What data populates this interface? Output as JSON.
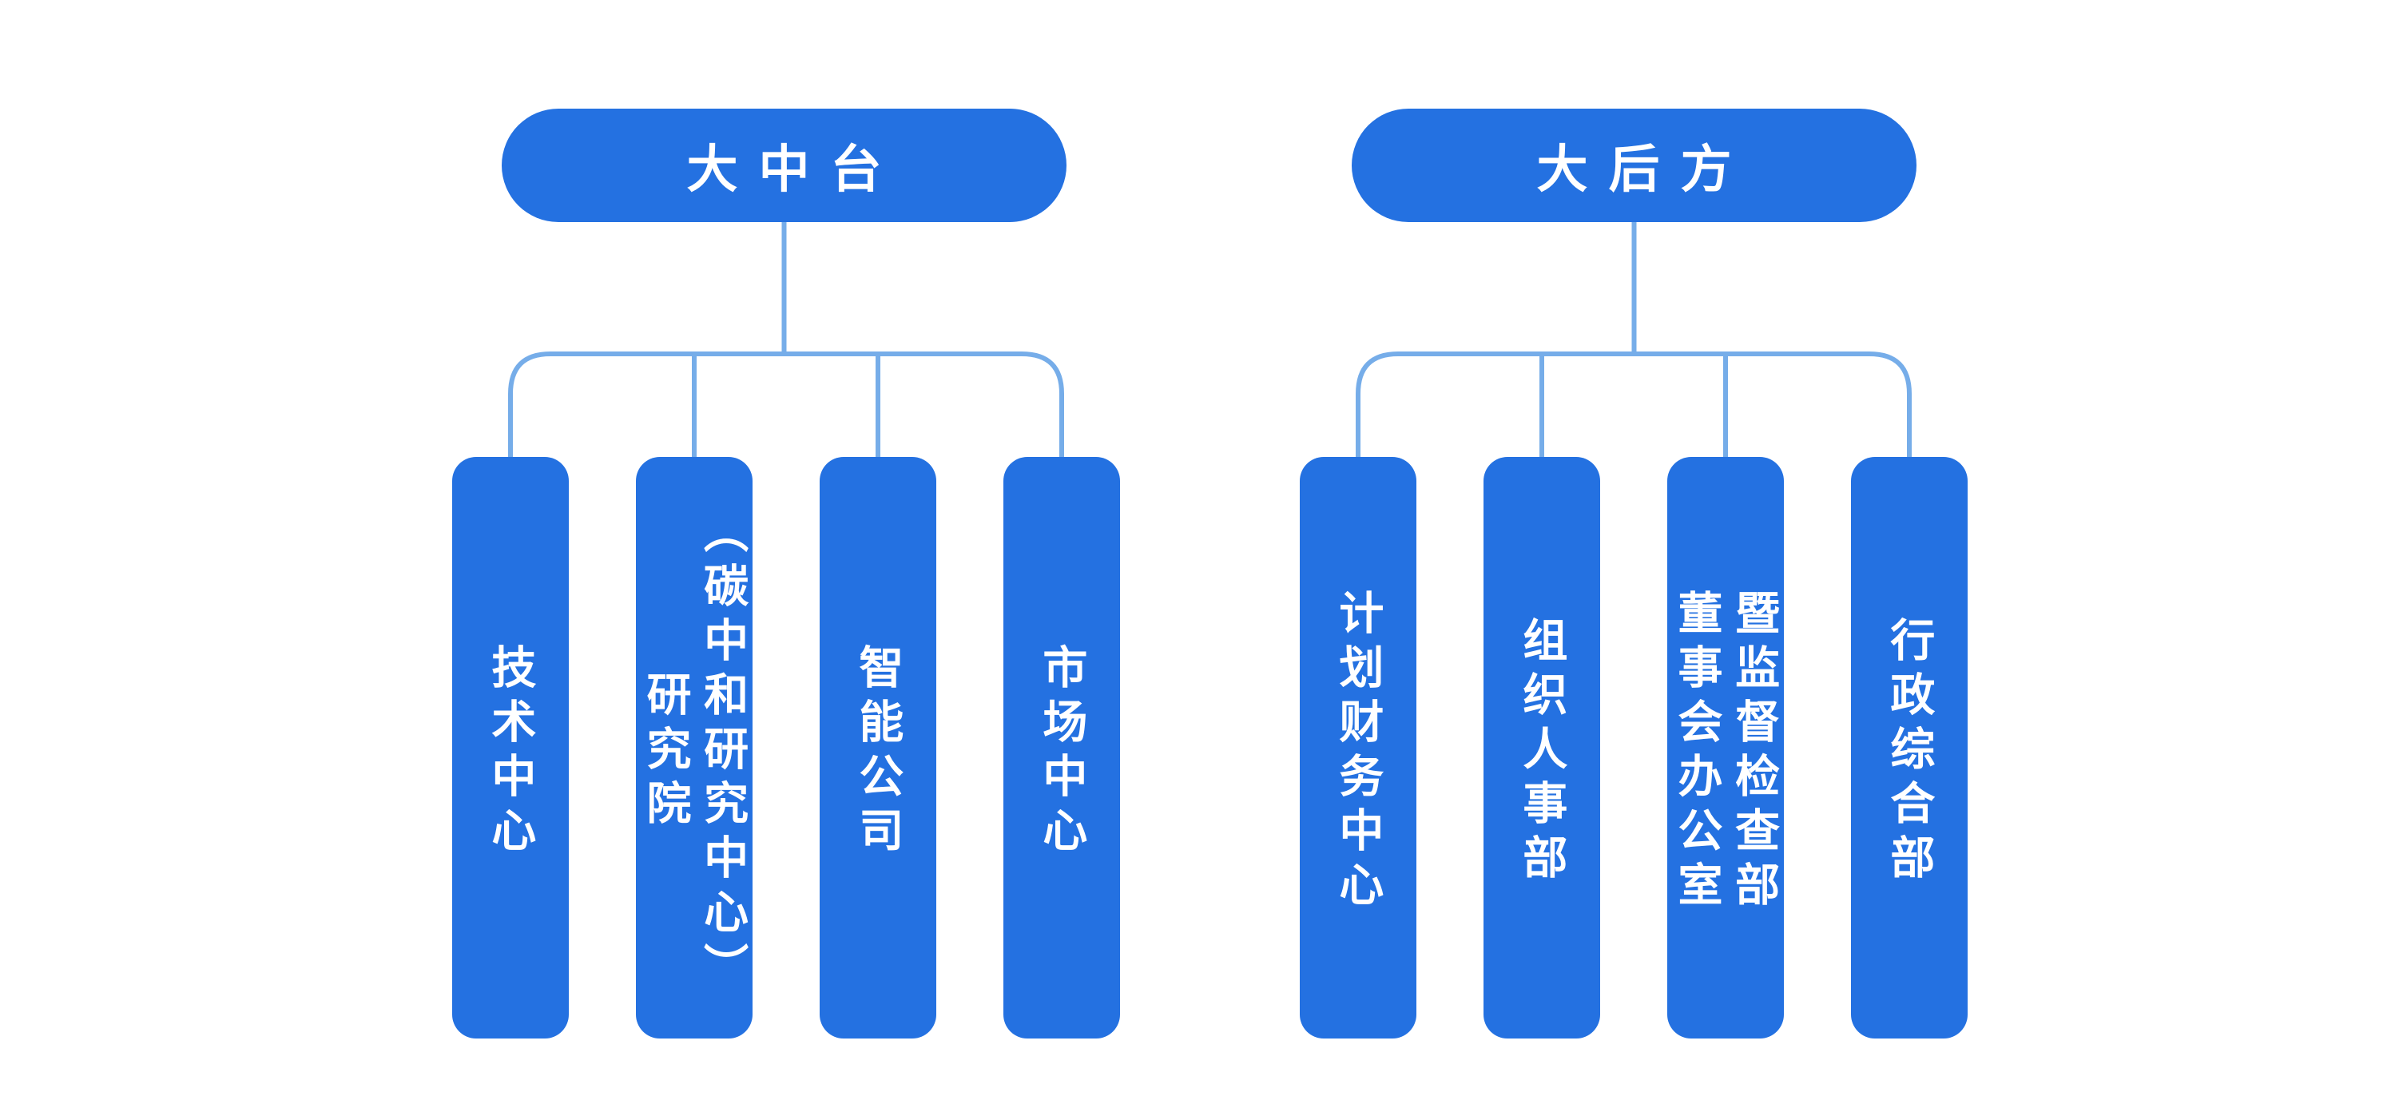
{
  "diagram_title": "",
  "colors": {
    "node_fill": "#2471E1",
    "node_text": "#ffffff",
    "connector": "#76ADE9",
    "page_bg": "#ffffff"
  },
  "groups": [
    {
      "id": "da-zhong-tai",
      "root": {
        "label": "大中台"
      },
      "children": [
        {
          "label": "技术中心"
        },
        {
          "label": "研究院\n（碳中和研究中心）"
        },
        {
          "label": "智能公司"
        },
        {
          "label": "市场中心"
        }
      ]
    },
    {
      "id": "da-hou-fang",
      "root": {
        "label": "大后方"
      },
      "children": [
        {
          "label": "计划财务中心"
        },
        {
          "label": "组织人事部"
        },
        {
          "label": "董事会办公室\n暨监督检查部"
        },
        {
          "label": "行政综合部"
        }
      ]
    }
  ]
}
